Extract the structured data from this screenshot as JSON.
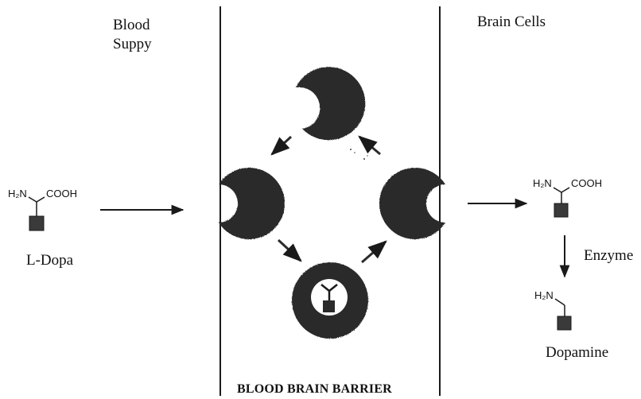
{
  "labels": {
    "blood_supply_line1": "Blood",
    "blood_supply_line2": "Suppy",
    "brain_cells": "Brain Cells",
    "l_dopa": "L-Dopa",
    "enzyme": "Enzyme",
    "dopamine": "Dopamine",
    "barrier": "BLOOD BRAIN BARRIER"
  },
  "chem": {
    "ldopa_amine": "H₂N",
    "ldopa_acid": "COOH",
    "brain_amine": "H₂N",
    "brain_acid": "COOH",
    "dopamine_amine": "H₂N"
  },
  "colors": {
    "ink": "#1a1a1a",
    "carrier": "#2b2b2b",
    "substituent": "#3a3a3a"
  }
}
